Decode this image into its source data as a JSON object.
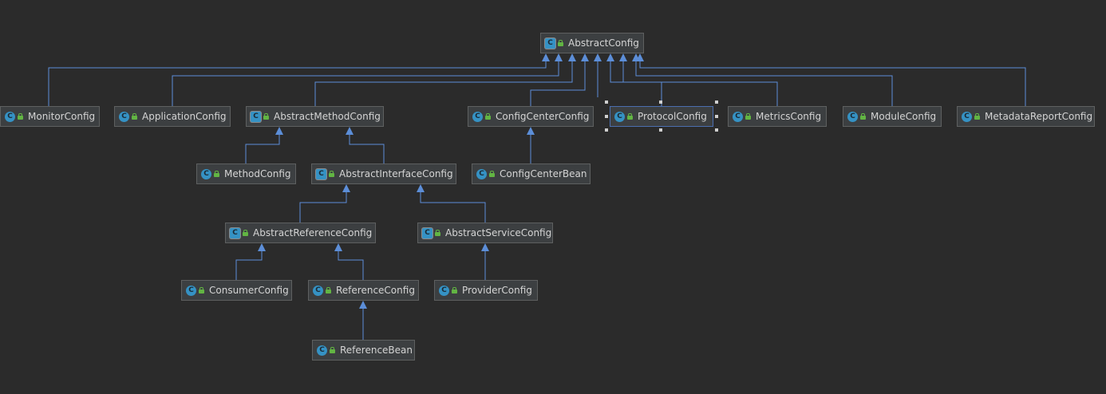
{
  "diagram": {
    "root": {
      "label": "AbstractConfig",
      "icon": "abstract-class-icon"
    },
    "nodes": {
      "monitor": {
        "label": "MonitorConfig",
        "icon": "class-icon"
      },
      "application": {
        "label": "ApplicationConfig",
        "icon": "class-icon"
      },
      "abstract_method": {
        "label": "AbstractMethodConfig",
        "icon": "abstract-class-icon"
      },
      "config_center": {
        "label": "ConfigCenterConfig",
        "icon": "class-icon"
      },
      "protocol": {
        "label": "ProtocolConfig",
        "icon": "class-icon",
        "selected": true
      },
      "metrics": {
        "label": "MetricsConfig",
        "icon": "class-icon"
      },
      "module": {
        "label": "ModuleConfig",
        "icon": "class-icon"
      },
      "metadata_report": {
        "label": "MetadataReportConfig",
        "icon": "class-icon"
      },
      "method": {
        "label": "MethodConfig",
        "icon": "class-icon"
      },
      "abstract_interface": {
        "label": "AbstractInterfaceConfig",
        "icon": "abstract-class-icon"
      },
      "config_center_bean": {
        "label": "ConfigCenterBean",
        "icon": "class-icon"
      },
      "abstract_reference": {
        "label": "AbstractReferenceConfig",
        "icon": "abstract-class-icon"
      },
      "abstract_service": {
        "label": "AbstractServiceConfig",
        "icon": "abstract-class-icon"
      },
      "consumer": {
        "label": "ConsumerConfig",
        "icon": "class-icon"
      },
      "reference": {
        "label": "ReferenceConfig",
        "icon": "class-icon"
      },
      "provider": {
        "label": "ProviderConfig",
        "icon": "class-icon"
      },
      "reference_bean": {
        "label": "ReferenceBean",
        "icon": "class-icon"
      }
    },
    "colors": {
      "background": "#2b2b2b",
      "node_fill": "#3c3f41",
      "node_border": "#5e6060",
      "edge": "#5c8ed8",
      "class_icon": "#3592c4",
      "lock_icon": "#62b543",
      "selection": "#4b6eaf"
    }
  }
}
